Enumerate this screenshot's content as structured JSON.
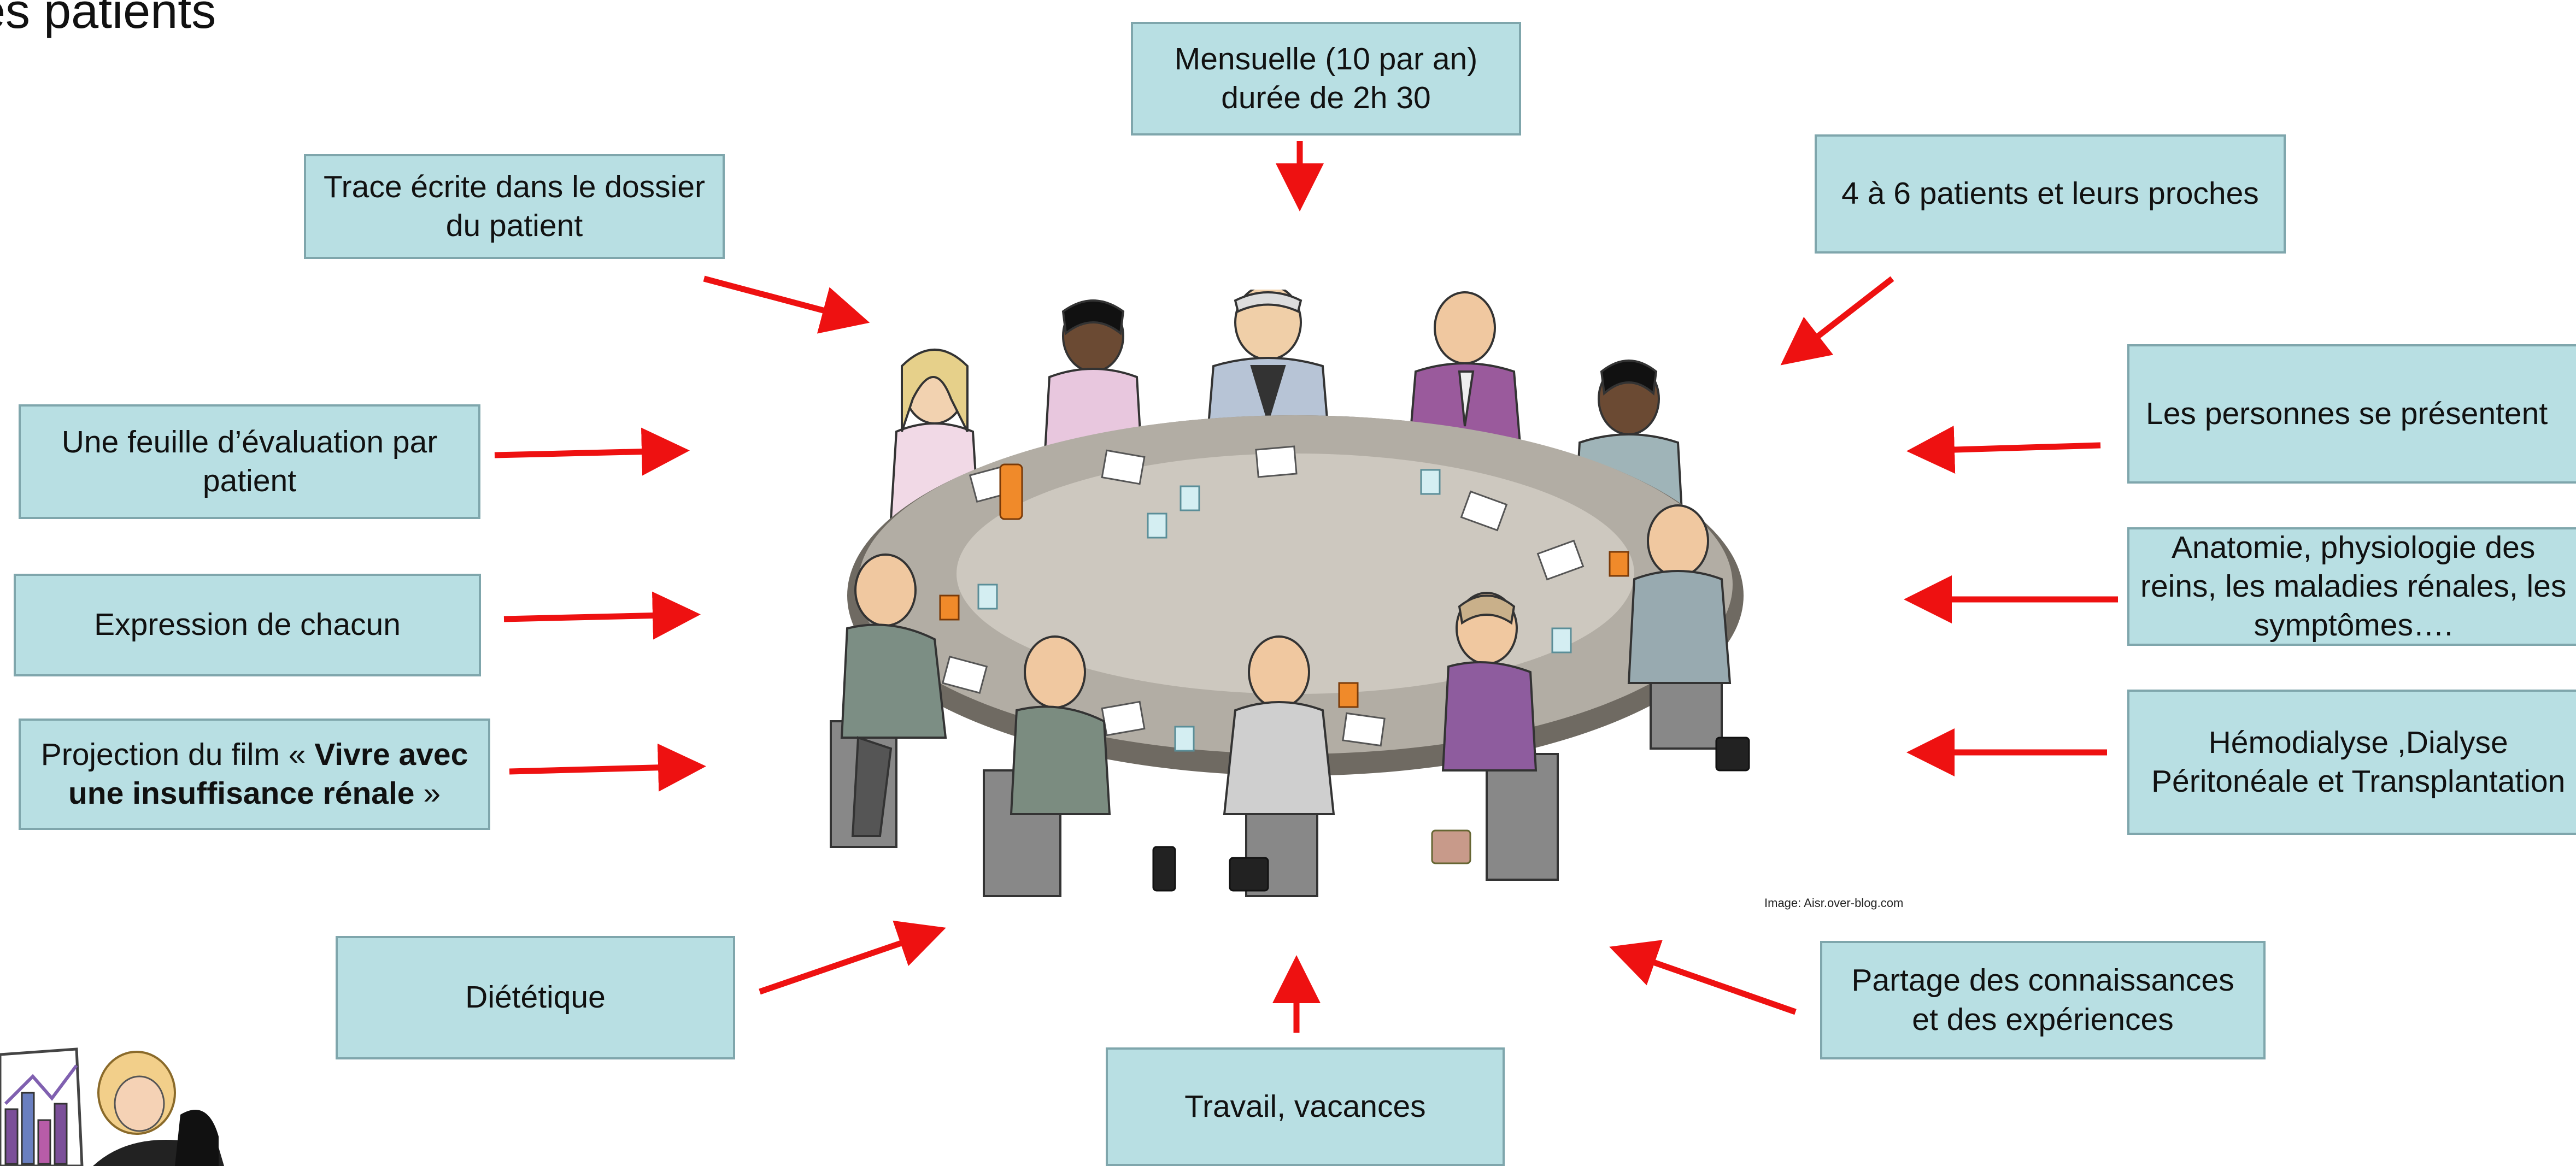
{
  "title": "es patients",
  "boxes": {
    "top": [
      "Mensuelle (10 par an)",
      "durée de 2h 30"
    ],
    "top_left": [
      "Trace écrite dans le dossier",
      "du patient"
    ],
    "top_right": [
      "4 à 6 patients  et leurs proches"
    ],
    "eval": [
      "Une feuille d’évaluation par",
      "patient"
    ],
    "expression": [
      "Expression de chacun"
    ],
    "film": {
      "prefix": "Projection du film « ",
      "bold1": "Vivre avec",
      "bold2": "une insuffisance rénale",
      "suffix": " »"
    },
    "diet": [
      "Diététique"
    ],
    "bottom": [
      "Travail, vacances"
    ],
    "share": [
      "Partage des connaissances",
      "et des expériences"
    ],
    "present": [
      "Les  personnes se présentent"
    ],
    "anatomy": [
      "Anatomie, physiologie des",
      "reins, les maladies rénales,  les",
      "symptômes…."
    ],
    "dialysis": [
      "Hémodialyse ,Dialyse",
      "Péritonéale et Transplantation"
    ]
  },
  "credit": "Image: Aisr.over-blog.com",
  "colors": {
    "box_fill": "#b8dfe3",
    "box_border": "#7fa6ac",
    "arrow": "#ee1111"
  },
  "icons": {
    "scene": "round-table-meeting-illustration",
    "corner": "presenter-chart-illustration"
  }
}
